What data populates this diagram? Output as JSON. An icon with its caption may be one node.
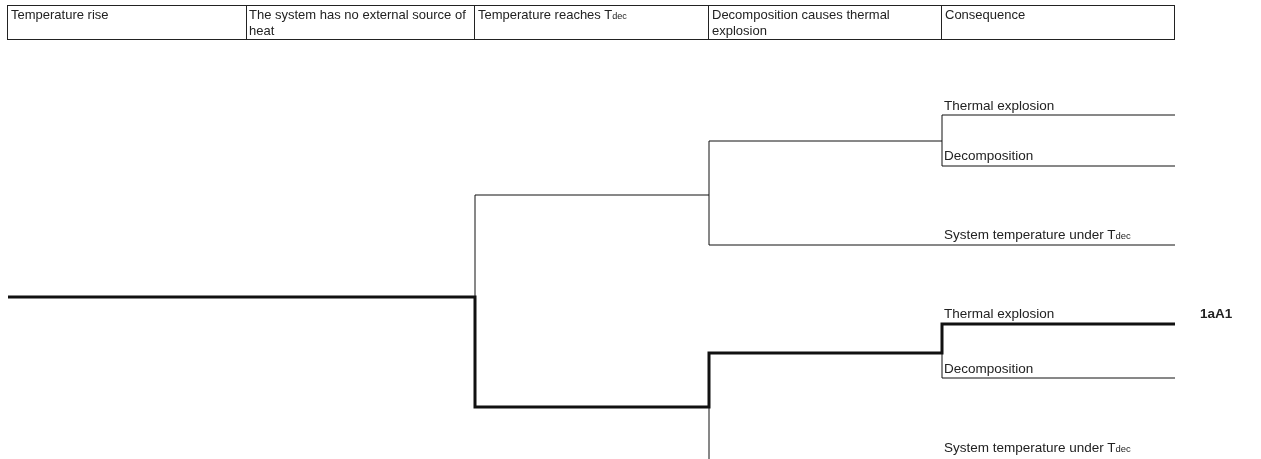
{
  "diagram": {
    "nodes": [
      {
        "text": [
          "Temperature rise"
        ]
      },
      {
        "text": [
          "The system has no external source of heat"
        ]
      },
      {
        "text": [
          "Temperature reaches T$_{dec}$"
        ]
      },
      {
        "text": [
          "Decomposition causes thermal explosion"
        ]
      },
      {
        "text": [
          "Consequence"
        ]
      }
    ],
    "labels": [
      "Thermal explosion",
      "Decomposition",
      "System temperature under T$_{dec}$",
      "Thermal explosion",
      "1aA1",
      "Decomposition",
      "System temperature under T$_{dec}$"
    ]
  }
}
